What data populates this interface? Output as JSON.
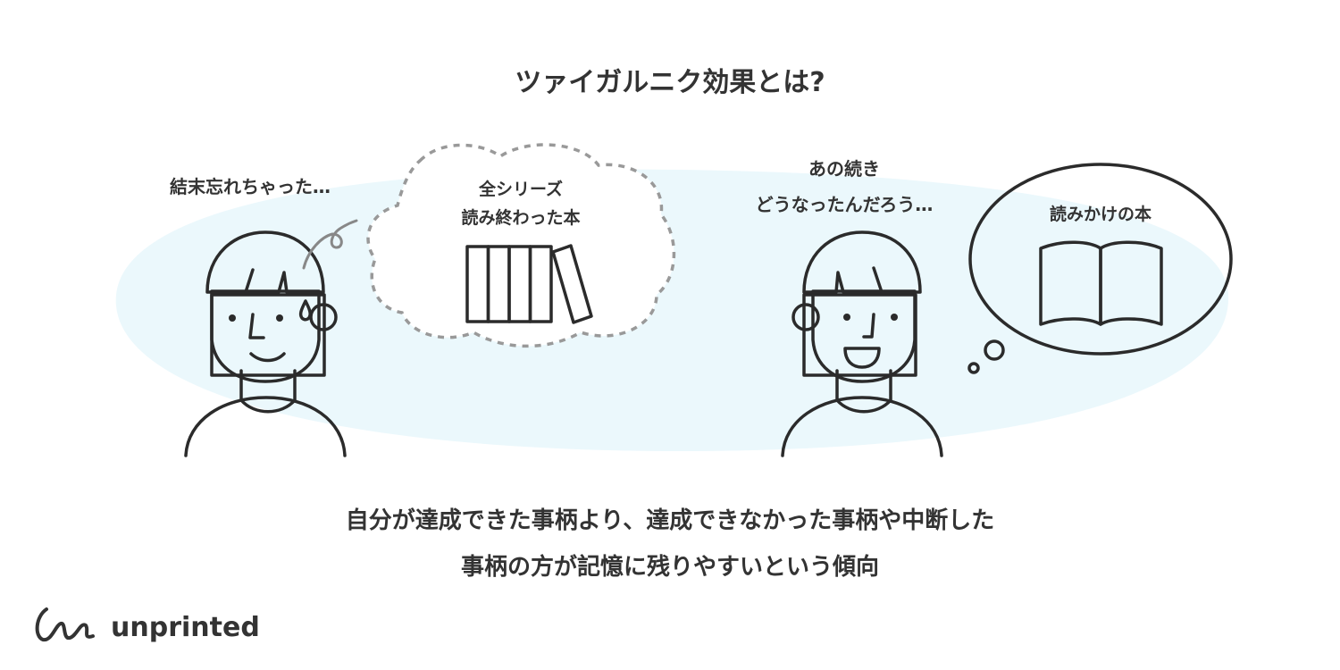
{
  "title": "ツァイガルニク効果とは?",
  "left": {
    "speech": "結末忘れちゃった…",
    "thought_line1": "全シリーズ",
    "thought_line2": "読み終わった本"
  },
  "right": {
    "speech_line1": "あの続き",
    "speech_line2": "どうなったんだろう…",
    "thought": "読みかけの本"
  },
  "caption": {
    "line1": "自分が達成できた事柄より、達成できなかった事柄や中断した",
    "line2": "事柄の方が記憶に残りやすいという傾向"
  },
  "logo": "unprinted",
  "colors": {
    "hair": "#dccd1f",
    "background_blob": "#ebf8fc",
    "books": "#cfe6ef",
    "open_book": "#fbfbf3",
    "text": "#333333"
  }
}
